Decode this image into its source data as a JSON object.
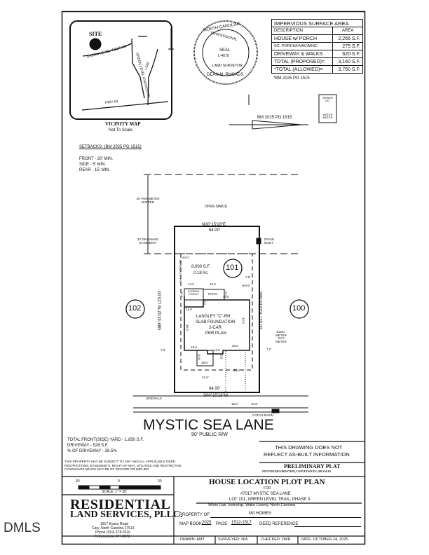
{
  "watermark": "DMLS",
  "vicinity_map": {
    "site": "SITE",
    "roads": [
      "GREEN LEVEL WEST RD",
      "GREEN LEVEL CHURCH RD",
      "I-540",
      "HWY 64"
    ],
    "title": "VICINITY MAP",
    "subtitle": "Not To Scale"
  },
  "seal": {
    "top": "NORTH CAROLINA",
    "inner": "PROFESSIONAL",
    "center": "SEAL",
    "number": "L-4679",
    "lower": "LAND SURVEYOR",
    "name": "DEAN M. RHOADS"
  },
  "impervious": {
    "title": "IMPERVIOUS SURFACE AREA",
    "headers": [
      "DESCRIPTION",
      "AREA"
    ],
    "rows": [
      [
        "HOUSE w/ PORCH",
        "2,265 S.F."
      ],
      [
        "SC. PORCH/HVAC/MISC",
        "275 S.F."
      ],
      [
        "DRIVEWAY & WALKS",
        "620 S.F."
      ],
      [
        "TOTAL (PROPOSED)=",
        "3,160 S.F."
      ],
      [
        "*TOTAL (ALLOWED)=",
        "3,750 S.F."
      ]
    ],
    "note": "*BM 2025 PG 1515"
  },
  "north_ref": "BM 2025 PG 1515",
  "legend": {
    "sewer": "SEWER LAT.",
    "water": "WATER METER"
  },
  "setbacks": {
    "title": "SETBACKS: (BM 2025 PG 1515)",
    "items": [
      "FRONT - 20' MIN.",
      "SIDE - 5' MIN.",
      "REAR - 15' MIN."
    ]
  },
  "plan": {
    "buffer": "40' PERIMETER BUFFER",
    "open_space": "OPEN SPACE",
    "drainage": "20' DRAINAGE EASEMENT",
    "rear_bearing": "N00°15'18\"E",
    "rear_dist": "64.00'",
    "drain_inlet": "DRAIN INLET",
    "lot": "101",
    "lot_left": "102",
    "lot_right": "100",
    "area_sf": "8,000 S.F.",
    "area_ac": "0.18 Ac.",
    "left_bearing": "N89°44'42\"W  125.00'",
    "right_bearing": "S89°44'42\"E  125.00'",
    "setbacks_typ": "SETBACKS (TYP.)",
    "dims": {
      "rear_setback": "44.0'",
      "porch_w": "14.3",
      "patio_w": "16.0",
      "patio_d": "8.0",
      "house_w": "36.0",
      "porch_lbl": "SCREEN PORCH",
      "patio_lbl": "PATIO",
      "hvac": "HVAC",
      "porch_d": "12.0",
      "porch_b": "14.0",
      "porch_side": "8.0",
      "house_d": "42.0",
      "left_d": "38.0",
      "front_l": "18.0",
      "front_m": "12.0",
      "front_r": "20.0",
      "stoop": "10.0",
      "stoop_w": "18.8",
      "stoop_d": "8.0",
      "front_setback": "21.0'",
      "drive": "33.0'",
      "side_l": "7.0'",
      "side_r": "7.0'",
      "side_r_top": "7.0'",
      "drive_w": "16.0'",
      "drive_off": "10.9'"
    },
    "house": [
      "LANGLEY \"C\"-RH",
      "SLAB FOUNDATION",
      "2-CAR",
      "PER PLAN"
    ],
    "meters": "ELEC. METER GAS METER",
    "front_bearing": "S00°15'18\"W",
    "front_dist": "64.00'",
    "sidewalk": "SIDEWALK",
    "catch_basin": "CATCH BASIN"
  },
  "street": {
    "name": "MYSTIC SEA LANE",
    "rw": "50' PUBLIC R/W"
  },
  "yard": [
    "TOTAL FRONT(SIDE) YARD - 1,850 S.F.",
    "DRIVEWAY - 528 S.F.",
    "% OF DRIVEWAY - 28.5%"
  ],
  "disclaimer": "THIS PROPERTY MAY BE SUBJECT TO ANY AND ALL APPLICABLE DEED RESTRICTIONS, EASEMENTS, RIGHT-OF-WAY, UTILITIES AND RESTRICTIVE COVENANTS WHICH MAY BE OF RECORD OR IMPLIED",
  "asbuilt": [
    "THIS DRAWING DOES NOT",
    "REFLECT AS-BUILT INFORMATION"
  ],
  "prelim": {
    "title": "PRELIMINARY PLAT",
    "sub": "NOT FOR RECORDATION, CONVEYANCES, OR SALES"
  },
  "scale": {
    "left": "30",
    "mid": "0",
    "right": "30",
    "label": "SCALE: 1\" = 30'"
  },
  "company": {
    "name1": "RESIDENTIAL",
    "name2": "LAND SERVICES, PLLC.",
    "addr": "1917 Evans Road",
    "city": "Cary, North Carolina 27513",
    "phone": "Phone (919) 378-9316",
    "license": "Firm License # P-0873"
  },
  "title_block": {
    "title": "HOUSE LOCATION PLOT PLAN",
    "for": "FOR",
    "address": "#7017 MYSTIC SEA LANE",
    "lot": "LOT 101, GREEN LEVEL TRAIL, PHASE 3",
    "township": "White Oak Township, Wake County, North Carolina",
    "property_label": "PROPERTY OF:",
    "property": "M/I HOMES",
    "map_book_label": "MAP BOOK",
    "map_book": "2025",
    "page_label": "PAGE",
    "page": "1512-1517",
    "deed_label": "DEED REFERENCE",
    "drawn": "DRAWN: AMT",
    "surveyed": "SURVEYED: N/A",
    "checked": "CHECKED: DMR",
    "date": "DATE: OCTOBER 24, 2025"
  }
}
